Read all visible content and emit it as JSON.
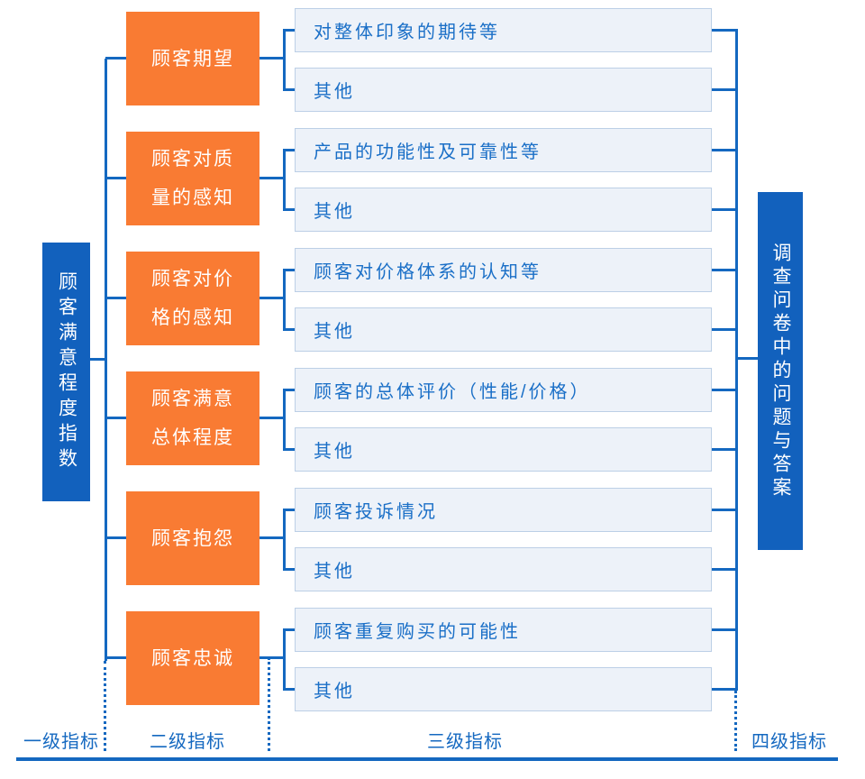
{
  "colors": {
    "brand_blue": "#1261BD",
    "line_blue": "#1468C0",
    "orange": "#F97B33",
    "item_bg": "#EDF2F9",
    "item_border": "#BCCFE6",
    "item_text": "#1A6FC7"
  },
  "level1": {
    "label": "顾客满意程度指数"
  },
  "level4": {
    "label": "调查问卷中的问题与答案"
  },
  "rows": [
    {
      "level2": "顾客期望",
      "level3": [
        "对整体印象的期待等",
        "其他"
      ]
    },
    {
      "level2": "顾客对质量的感知",
      "level3": [
        "产品的功能性及可靠性等",
        "其他"
      ]
    },
    {
      "level2": "顾客对价格的感知",
      "level3": [
        "顾客对价格体系的认知等",
        "其他"
      ]
    },
    {
      "level2": "顾客满意总体程度",
      "level3": [
        "顾客的总体评价（性能/价格）",
        "其他"
      ]
    },
    {
      "level2": "顾客抱怨",
      "level3": [
        "顾客投诉情况",
        "其他"
      ]
    },
    {
      "level2": "顾客忠诚",
      "level3": [
        "顾客重复购买的可能性",
        "其他"
      ]
    }
  ],
  "footer": {
    "labels": [
      "一级指标",
      "二级指标",
      "三级指标",
      "四级指标"
    ]
  }
}
